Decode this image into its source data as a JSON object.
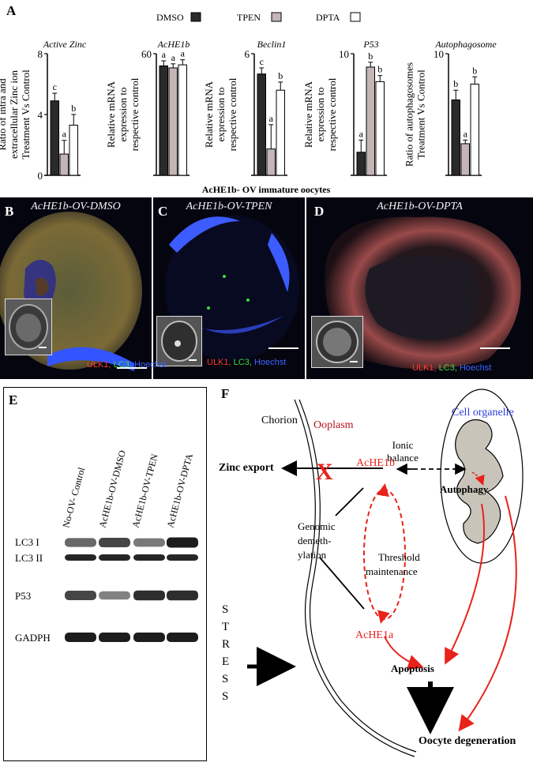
{
  "panelA": {
    "letter": "A",
    "legend": [
      {
        "label": "DMSO",
        "color": "#2a2a2a"
      },
      {
        "label": "TPEN",
        "color": "#c4b6b6"
      },
      {
        "label": "DPTA",
        "color": "#ffffff"
      }
    ],
    "xlabel": "AcHE1b- OV immature oocytes"
  },
  "chart_data": [
    {
      "type": "bar",
      "title": "Active Zinc",
      "ylabel": [
        "Ratio of intra and",
        "extracellular Zinc ion",
        "Treatment Vs Control"
      ],
      "ylim": [
        0,
        8
      ],
      "ticks": [
        0,
        4,
        8
      ],
      "categories": [
        "DMSO",
        "TPEN",
        "DPTA"
      ],
      "values": [
        4.9,
        1.4,
        3.3
      ],
      "errors": [
        0.5,
        0.9,
        0.7
      ],
      "sig": [
        "c",
        "a",
        "b"
      ]
    },
    {
      "type": "bar",
      "title": "AcHE1b",
      "ylabel": [
        "Relative mRNA",
        "expression to",
        "respective control"
      ],
      "ylim": [
        0,
        60
      ],
      "ticks": [
        60
      ],
      "categories": [
        "DMSO",
        "TPEN",
        "DPTA"
      ],
      "values": [
        54,
        53,
        54.5
      ],
      "errors": [
        2.5,
        2.0,
        2.5
      ],
      "sig": [
        "a",
        "a",
        "a"
      ]
    },
    {
      "type": "bar",
      "title": "Beclin1",
      "ylabel": [
        "Relative mRNA",
        "expression to",
        "respective control"
      ],
      "ylim": [
        0,
        6
      ],
      "ticks": [
        6
      ],
      "categories": [
        "DMSO",
        "TPEN",
        "DPTA"
      ],
      "values": [
        5.0,
        1.3,
        4.2
      ],
      "errors": [
        0.3,
        1.2,
        0.4
      ],
      "sig": [
        "c",
        "a",
        "b"
      ]
    },
    {
      "type": "bar",
      "title": "P53",
      "ylabel": [
        "Relative mRNA",
        "expression to",
        "respective control"
      ],
      "ylim": [
        0,
        10
      ],
      "ticks": [
        10
      ],
      "categories": [
        "DMSO",
        "TPEN",
        "DPTA"
      ],
      "values": [
        1.9,
        8.9,
        7.7
      ],
      "errors": [
        1.0,
        0.4,
        0.5
      ],
      "sig": [
        "a",
        "b",
        "b"
      ]
    },
    {
      "type": "bar",
      "title": "Autophagosome",
      "ylabel": [
        "Ratio of autophagosomes",
        "Treatment Vs Control"
      ],
      "ylim": [
        0,
        10
      ],
      "ticks": [
        10
      ],
      "categories": [
        "DMSO",
        "TPEN",
        "DPTA"
      ],
      "values": [
        6.2,
        2.6,
        7.5
      ],
      "errors": [
        0.8,
        0.3,
        0.6
      ],
      "sig": [
        "b",
        "a",
        "b"
      ]
    }
  ],
  "micrographs": [
    {
      "letter": "B",
      "title": "AcHE1b-OV-DMSO"
    },
    {
      "letter": "C",
      "title": "AcHE1b-OV-TPEN"
    },
    {
      "letter": "D",
      "title": "AcHE1b-OV-DPTA"
    }
  ],
  "stain": {
    "ulk1": "ULK1",
    "lc3": "LC3",
    "hoechst": "Hoechst",
    "sep": ", "
  },
  "colors": {
    "ulk1": "#ff3a2a",
    "lc3": "#3ddc3d",
    "hoechst": "#3a66ff",
    "arrow_red": "#e8231b"
  },
  "panelE": {
    "letter": "E",
    "lanes": [
      "No-OV- Control",
      "AcHE1b-OV-DMSO",
      "AcHE1b-OV-TPEN",
      "AcHE1b-OV-DPTA"
    ],
    "rows": [
      "LC3 I",
      "LC3 II",
      "P53",
      "GADPH"
    ]
  },
  "panelF": {
    "letter": "F",
    "chorion": "Chorion",
    "ooplasm": "Ooplasm",
    "cell_organelle": "Cell organelle",
    "ionic_balance": [
      "Ionic",
      "balance"
    ],
    "achE1b": "AcHE1b",
    "achE1a": "AcHE1a",
    "zinc_export": "Zinc export",
    "x_mark": "X",
    "autophagy": "Autophagy",
    "genomic": [
      "Genomic",
      "demeth-",
      "ylation"
    ],
    "threshold": [
      "Threshold",
      "maintenance"
    ],
    "stress": [
      "S",
      "T",
      "R",
      "E",
      "S",
      "S"
    ],
    "apoptosis": "Apoptosis",
    "degeneration": "Oocyte degeneration"
  }
}
